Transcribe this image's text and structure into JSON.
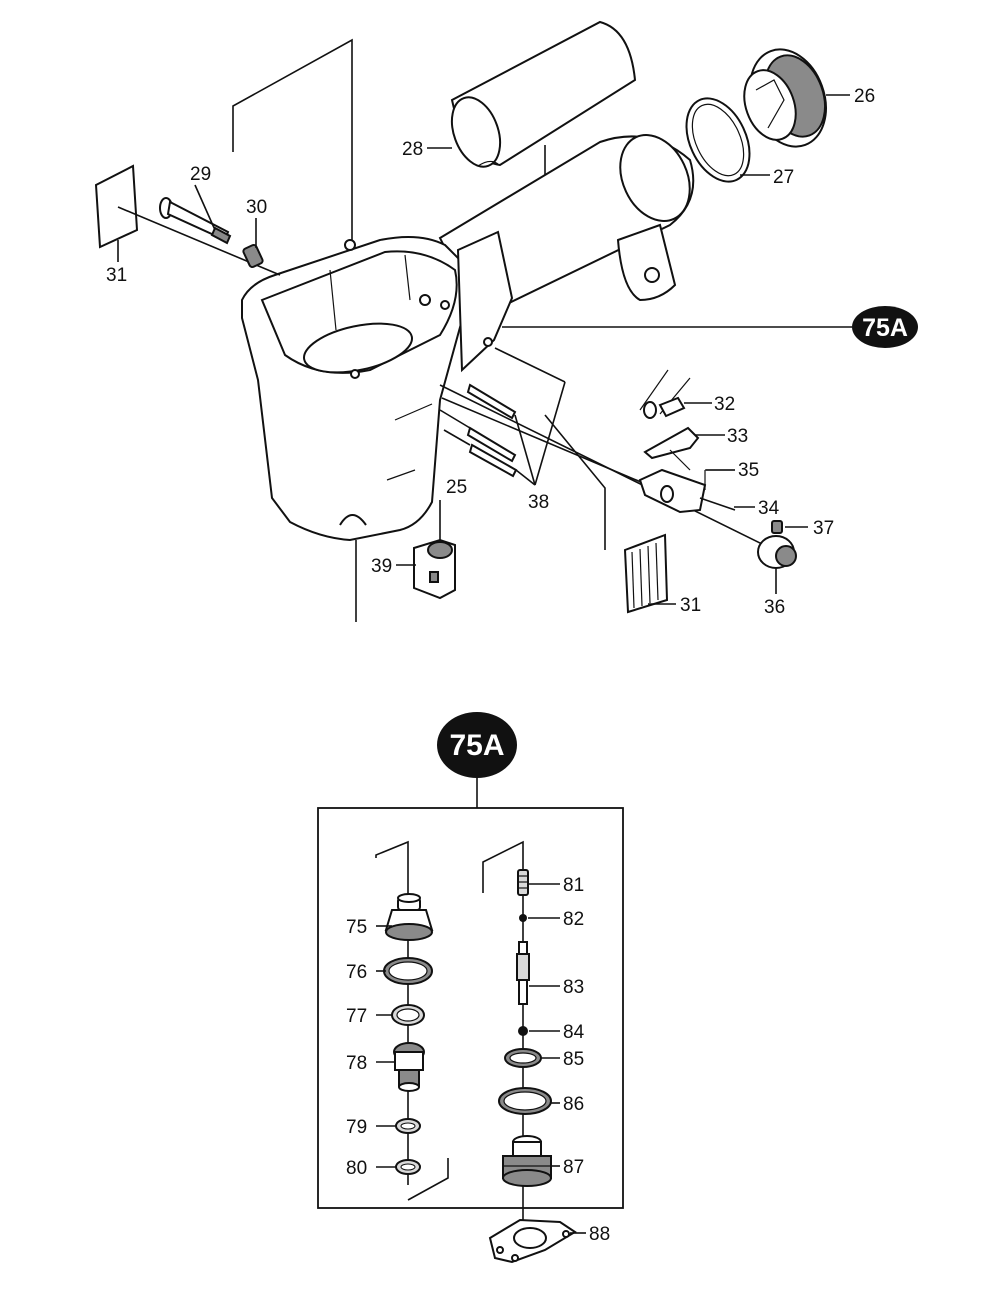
{
  "callout": {
    "label": "75A"
  },
  "main_assembly": {
    "part_labels": {
      "p26": "26",
      "p27": "27",
      "p28": "28",
      "p29": "29",
      "p30": "30",
      "p31a": "31",
      "p31b": "31",
      "p32": "32",
      "p33": "33",
      "p34": "34",
      "p35": "35",
      "p36": "36",
      "p37": "37",
      "p38": "38",
      "p39": "39",
      "p25": "25"
    }
  },
  "detail_75a": {
    "part_labels": {
      "p75": "75",
      "p76": "76",
      "p77": "77",
      "p78": "78",
      "p79": "79",
      "p80": "80",
      "p81": "81",
      "p82": "82",
      "p83": "83",
      "p84": "84",
      "p85": "85",
      "p86": "86",
      "p87": "87",
      "p88": "88"
    }
  }
}
